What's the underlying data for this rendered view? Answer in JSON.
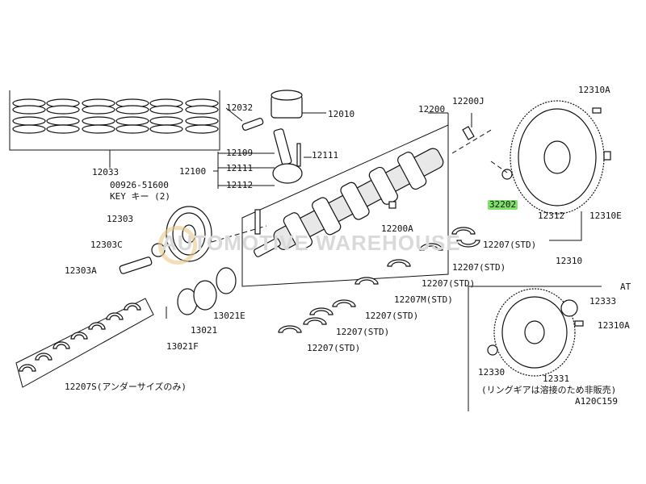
{
  "diagram": {
    "labels": {
      "l12033": "12033",
      "l12032": "12032",
      "l12010": "12010",
      "l12109": "12109",
      "l12111a": "12111",
      "l12111b": "12111",
      "l12100": "12100",
      "l12112": "12112",
      "l12200": "12200",
      "l12200j": "12200J",
      "l12200a": "12200A",
      "l00926": "00926-51600",
      "lkey": "KEY キー (2)",
      "l12303": "12303",
      "l12303c": "12303C",
      "l12303a": "12303A",
      "l13021e": "13021E",
      "l13021": "13021",
      "l13021f": "13021F",
      "l12207std1": "12207(STD)",
      "l12207std2": "12207(STD)",
      "l12207std3": "12207(STD)",
      "l12207m": "12207M(STD)",
      "l12207std4": "12207(STD)",
      "l12207std5": "12207(STD)",
      "l12207std6": "12207(STD)",
      "l12207s": "12207S(アンダーサイズのみ)",
      "l12310a1": "12310A",
      "l32202": "32202",
      "l12312": "12312",
      "l12310e": "12310E",
      "l12310": "12310",
      "lat": "AT",
      "l12333": "12333",
      "l12310a2": "12310A",
      "l12330": "12330",
      "l12331": "12331",
      "lnote": "(リングギアは溶接のため非販売)",
      "lcode": "A120C159"
    },
    "watermark": "AUTOMOTIVE WAREHOUSE",
    "highlight_color": "#7fe06a"
  }
}
